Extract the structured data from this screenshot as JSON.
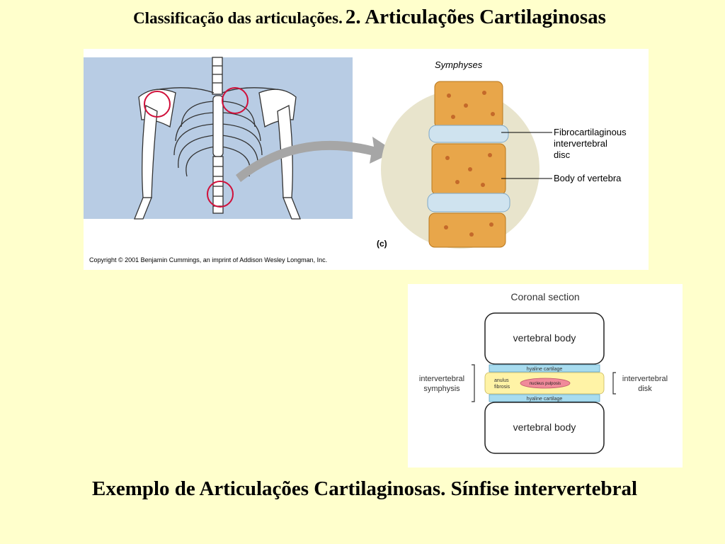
{
  "slide": {
    "title_small": "Classificação das articulações.",
    "title_big": "2. Articulações Cartilaginosas",
    "caption": "Exemplo de Articulações Cartilaginosas. Sínfise intervertebral"
  },
  "figure_symphyses": {
    "heading": "Symphyses",
    "label_disc_line1": "Fibrocartilaginous",
    "label_disc_line2": "intervertebral",
    "label_disc_line3": "disc",
    "label_body": "Body of vertebra",
    "panel_letter": "(c)",
    "copyright": "Copyright © 2001 Benjamin Cummings, an imprint of Addison Wesley Longman, Inc."
  },
  "figure_coronal": {
    "heading": "Coronal section",
    "top_body": "vertebral body",
    "bottom_body": "vertebral body",
    "hyaline_top": "hyaline cartilage",
    "hyaline_bottom": "hyaline cartilage",
    "anulus_line1": "anulus",
    "anulus_line2": "fibrosis",
    "nucleus": "nucleus pulposis",
    "left_label_line1": "intervertebral",
    "left_label_line2": "symphysis",
    "right_label_line1": "intervertebral",
    "right_label_line2": "disk"
  },
  "colors": {
    "slide_background": "#FFFFCC",
    "illustration_bluebox": "#B8CCE4",
    "highlight_circle": "#D0103A",
    "bone": "#E8A64A",
    "disc": "#CFE3EF",
    "hyaline": "#A8DCEF",
    "anulus": "#FFF3A6",
    "nucleus": "#F08A9A"
  }
}
